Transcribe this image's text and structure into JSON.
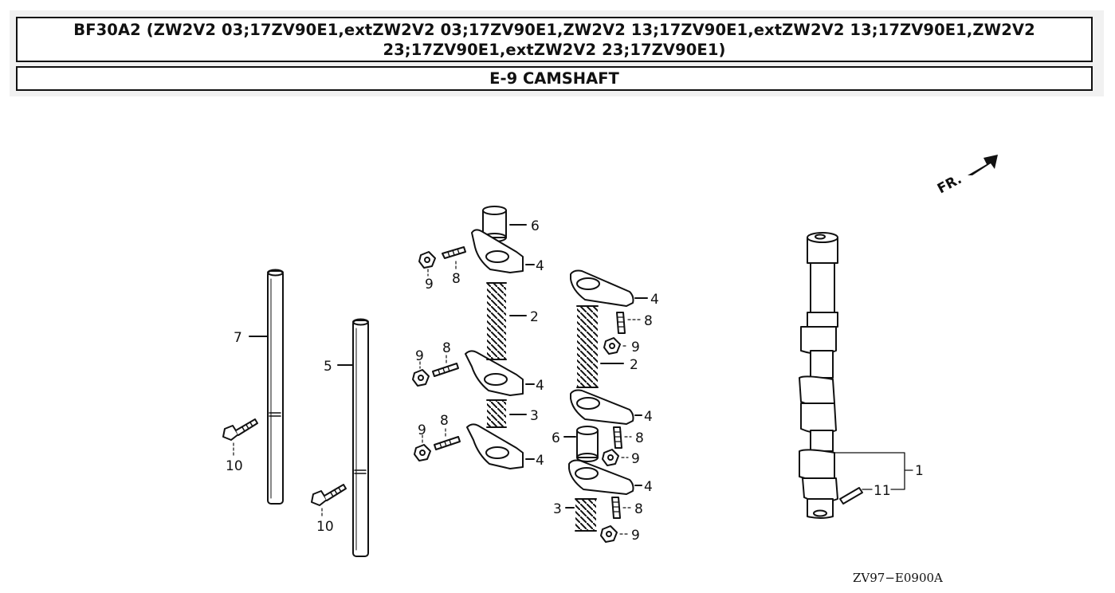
{
  "header": {
    "model_title": "BF30A2 (ZW2V2 03;17ZV90E1,extZW2V2 03;17ZV90E1,ZW2V2 13;17ZV90E1,extZW2V2 13;17ZV90E1,ZW2V2 23;17ZV90E1,extZW2V2 23;17ZV90E1)",
    "section_title": "E-9 CAMSHAFT"
  },
  "diagram": {
    "front_marker": "FR.",
    "drawing_code": "ZV97−E0900A",
    "callouts": {
      "rocker_shaft_long": "7",
      "rocker_shaft_short": "5",
      "bolt_a": "10",
      "bolt_b": "10",
      "collar_top": "6",
      "collar_mid": "6",
      "arm_1": "4",
      "arm_2": "4",
      "arm_3": "4",
      "arm_4": "4",
      "arm_5": "4",
      "arm_6": "4",
      "spring_long_a": "2",
      "spring_long_b": "2",
      "spring_short_a": "3",
      "spring_short_b": "3",
      "screw_1": "8",
      "screw_2": "8",
      "screw_3": "8",
      "screw_4": "8",
      "screw_5": "8",
      "screw_6": "8",
      "nut_1": "9",
      "nut_2": "9",
      "nut_3": "9",
      "nut_4": "9",
      "nut_5": "9",
      "nut_6": "9",
      "camshaft": "1",
      "pin": "11"
    }
  }
}
